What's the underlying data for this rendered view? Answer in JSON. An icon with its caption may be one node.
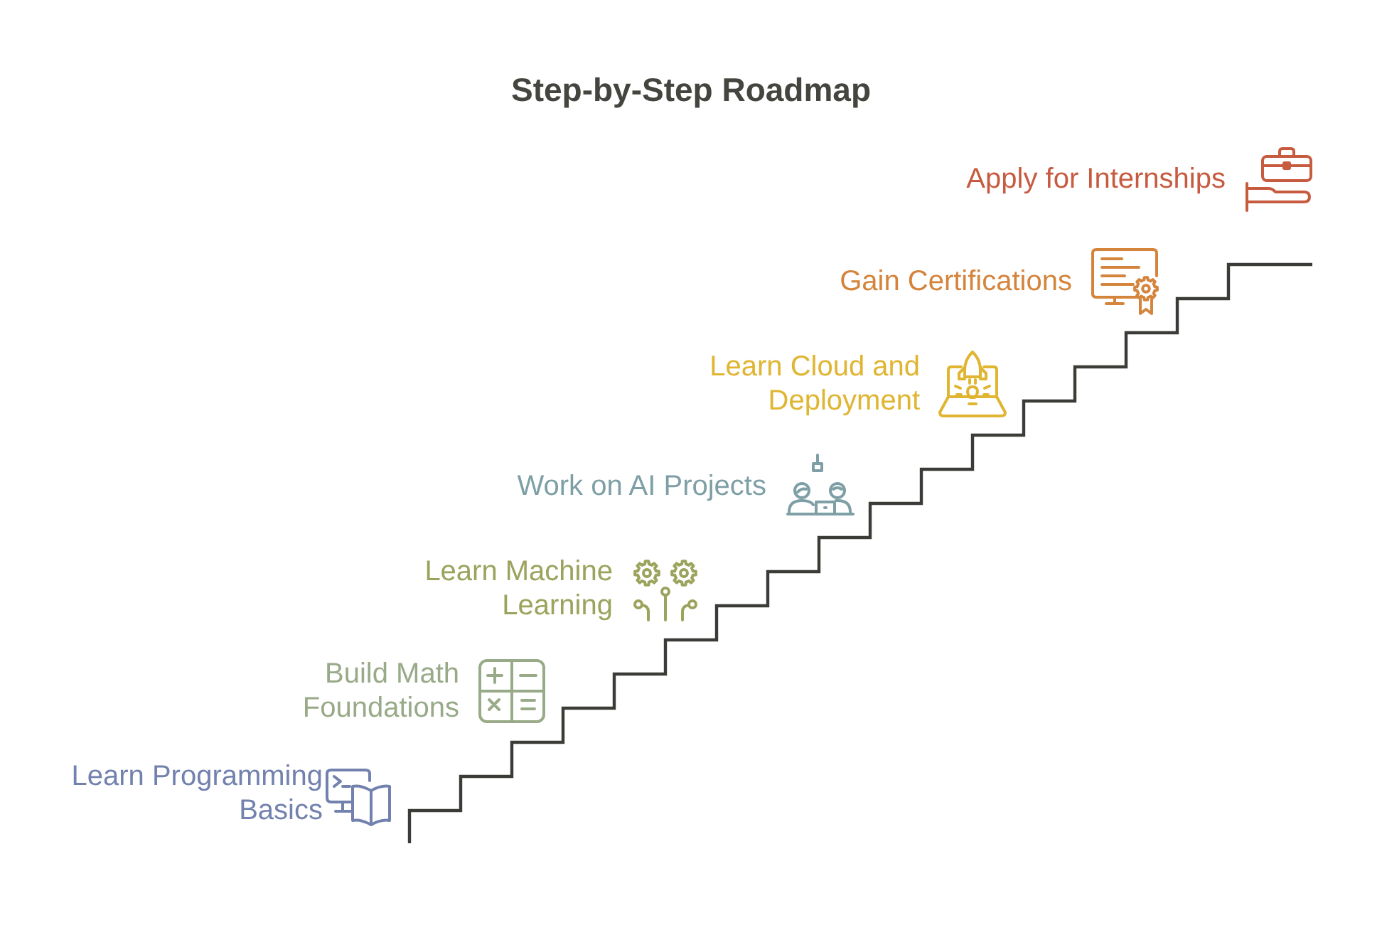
{
  "diagram": {
    "title": "Step-by-Step Roadmap",
    "labels": [
      "Apply for Internships",
      "Gain Certifications",
      "Learn Cloud and Deployment",
      "Work on AI Projects",
      "Learn Machine Learning",
      "Build Math Foundations",
      "Learn Programming Basics"
    ]
  }
}
